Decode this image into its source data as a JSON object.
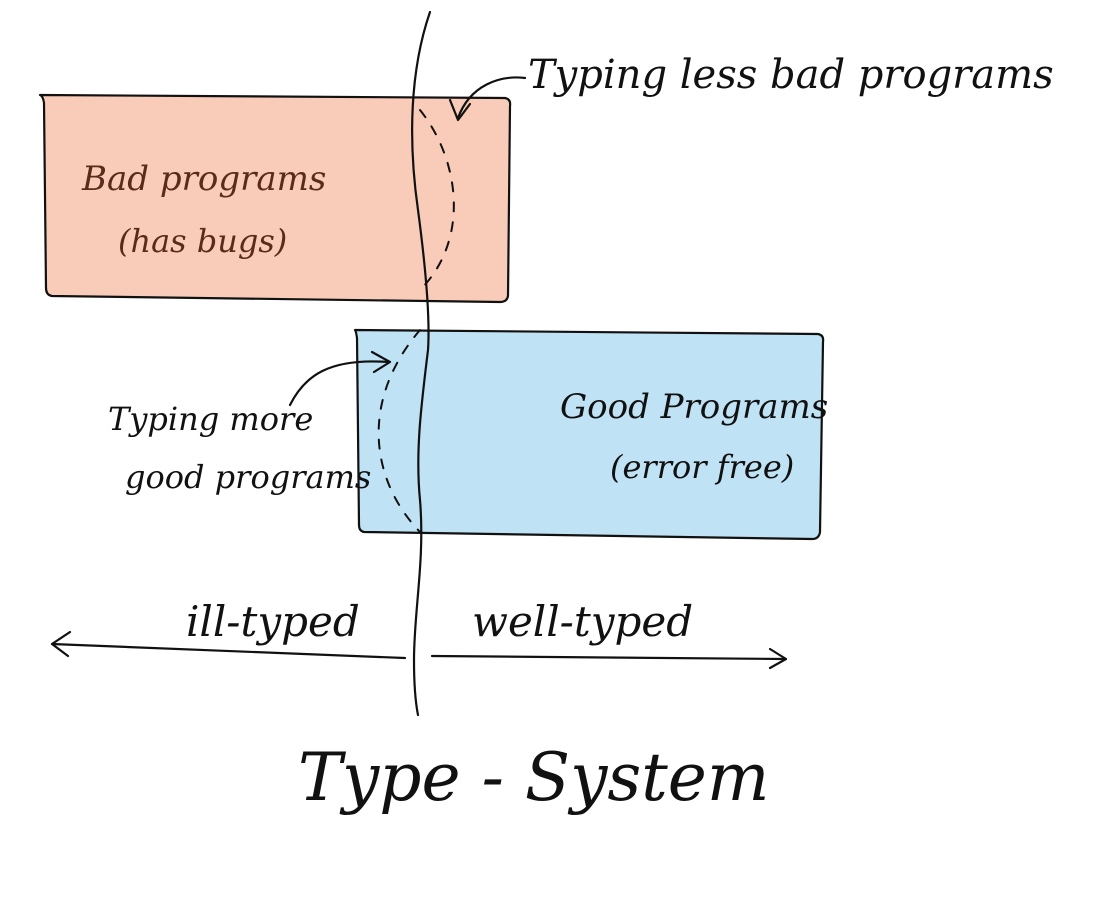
{
  "colors": {
    "bad_fill": "#f9cbb9",
    "good_fill": "#bfe2f4",
    "ink": "#111111"
  },
  "boxes": {
    "bad": {
      "title": "Bad programs",
      "subtitle": "(has bugs)"
    },
    "good": {
      "title": "Good Programs",
      "subtitle": "(error free)"
    }
  },
  "annotations": {
    "less_bad": "Typing less bad programs",
    "more_good_line1": "Typing more",
    "more_good_line2": "good programs"
  },
  "axis": {
    "left_label": "ill-typed",
    "right_label": "well-typed",
    "title": "Type - System"
  }
}
